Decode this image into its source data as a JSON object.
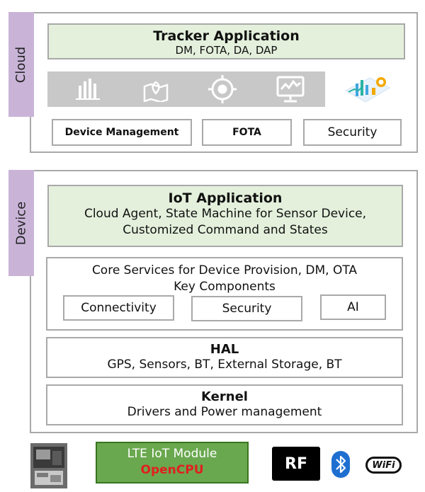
{
  "cloud": {
    "tab_label": "Cloud",
    "app_title": "Tracker Application",
    "app_subtitle": "DM, FOTA, DA, DAP",
    "icons": [
      "bar-chart-icon",
      "map-pin-icon",
      "target-icon",
      "monitor-chart-icon",
      "analytics-illustration-icon"
    ],
    "services": [
      "Device Management",
      "FOTA",
      "Security"
    ]
  },
  "device": {
    "tab_label": "Device",
    "iot_title": "IoT Application",
    "iot_line1": "Cloud Agent, State Machine for Sensor Device,",
    "iot_line2": "Customized Command and States",
    "core_line1": "Core Services for Device Provision, DM, OTA",
    "core_line2": "Key Components",
    "components": [
      "Connectivity",
      "Security",
      "AI"
    ],
    "hal_title": "HAL",
    "hal_sub": "GPS, Sensors, BT, External Storage, BT",
    "kernel_title": "Kernel",
    "kernel_sub": "Drivers and Power management"
  },
  "bottom": {
    "module_line1": "LTE IoT Module",
    "module_line2": "OpenCPU",
    "rf_label": "RF",
    "wifi_label": "WiFi",
    "icons": [
      "chip-board-icon",
      "bluetooth-icon",
      "wifi-icon"
    ]
  },
  "colors": {
    "tab": "#c9b4d8",
    "green_fill": "#e4f0dc",
    "icon_bar": "#c8c8c8",
    "module_fill": "#6aa84f",
    "module_border": "#38761d",
    "opencpu_red": "#e02020"
  }
}
